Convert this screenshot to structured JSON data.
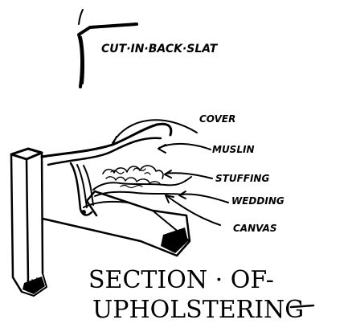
{
  "top_label": "CUT·IN·BACK·SLAT",
  "labels": {
    "cover": "COVER",
    "muslin": "MUSLIN",
    "stuffing": "STUFFING",
    "wedding": "WEDDING",
    "canvas": "CANVAS"
  },
  "title": {
    "line1": "SECTION · OF-",
    "line2": "UPHOLSTERING"
  },
  "colors": {
    "ink": "#000000",
    "paper": "#ffffff"
  }
}
